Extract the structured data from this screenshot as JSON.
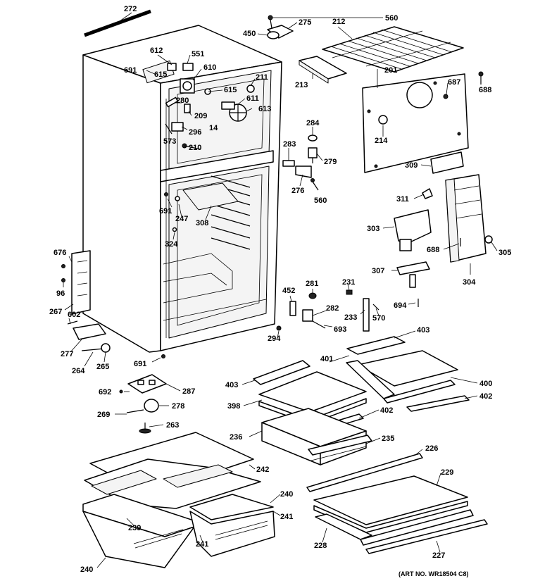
{
  "diagram": {
    "art_number": "(ART NO. WR18504 C8)",
    "labels": {
      "l272": "272",
      "l560a": "560",
      "l275": "275",
      "l450": "450",
      "l212": "212",
      "l612": "612",
      "l551": "551",
      "l691a": "691",
      "l615a": "615",
      "l610": "610",
      "l211": "211",
      "l615b": "615",
      "l611": "611",
      "l613": "613",
      "l280": "280",
      "l209": "209",
      "l14": "14",
      "l296": "296",
      "l573": "573",
      "l210": "210",
      "l213": "213",
      "l201": "201",
      "l687": "687",
      "l688a": "688",
      "l214": "214",
      "l284": "284",
      "l283": "283",
      "l279": "279",
      "l276": "276",
      "l560b": "560",
      "l309": "309",
      "l311": "311",
      "l303": "303",
      "l688b": "688",
      "l305": "305",
      "l304": "304",
      "l307": "307",
      "l694": "694",
      "l691b": "691",
      "l247": "247",
      "l308": "308",
      "l324": "324",
      "l676": "676",
      "l96": "96",
      "l267": "267",
      "l602": "602",
      "l277": "277",
      "l264": "264",
      "l265": "265",
      "l691c": "691",
      "l294": "294",
      "l452": "452",
      "l281": "281",
      "l231": "231",
      "l282": "282",
      "l233": "233",
      "l570": "570",
      "l693": "693",
      "l403a": "403",
      "l401": "401",
      "l400": "400",
      "l402a": "402",
      "l403b": "403",
      "l398": "398",
      "l402b": "402",
      "l692": "692",
      "l287": "287",
      "l269": "269",
      "l278": "278",
      "l263": "263",
      "l236": "236",
      "l235": "235",
      "l226": "226",
      "l242": "242",
      "l229": "229",
      "l240a": "240",
      "l239": "239",
      "l241a": "241",
      "l241b": "241",
      "l228": "228",
      "l227": "227",
      "l240b": "240"
    }
  }
}
